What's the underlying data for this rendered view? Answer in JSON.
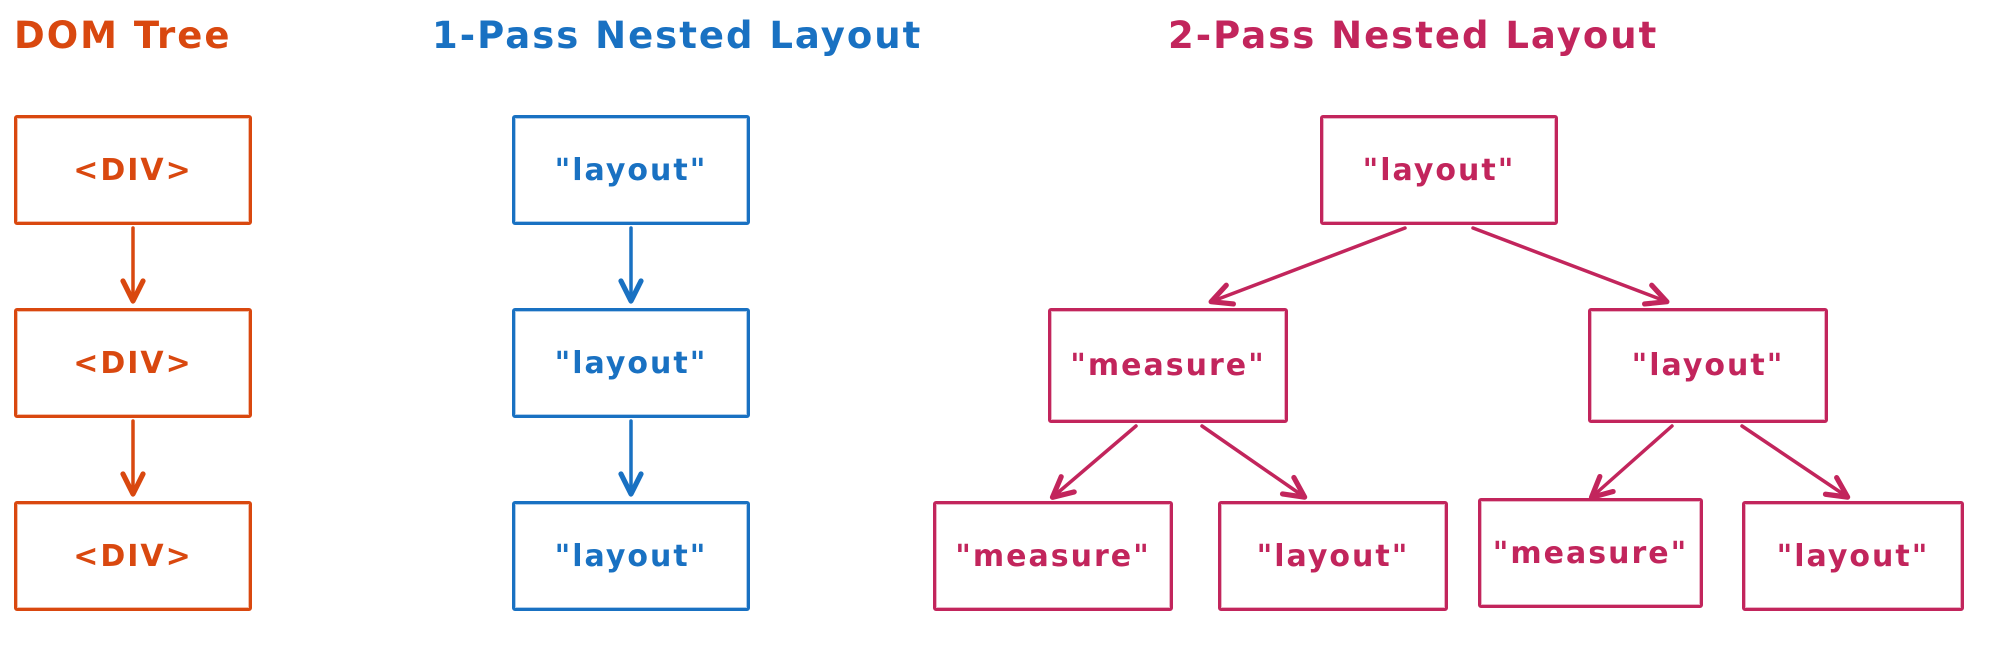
{
  "diagram": {
    "background": "#ffffff",
    "sections": {
      "dom_tree": {
        "title": "DOM Tree",
        "color": "#d9480f",
        "nodes": [
          "<DIV>",
          "<DIV>",
          "<DIV>"
        ]
      },
      "one_pass": {
        "title": "1-Pass Nested Layout",
        "color": "#1971c2",
        "nodes": [
          "\"layout\"",
          "\"layout\"",
          "\"layout\""
        ]
      },
      "two_pass": {
        "title": "2-Pass Nested Layout",
        "color": "#c2255c",
        "root": "\"layout\"",
        "children": [
          "\"measure\"",
          "\"layout\""
        ],
        "grandchildren": [
          "\"measure\"",
          "\"layout\"",
          "\"measure\"",
          "\"layout\""
        ]
      }
    }
  }
}
